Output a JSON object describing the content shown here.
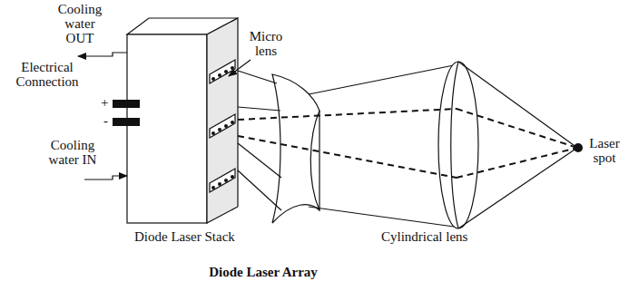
{
  "diagram": {
    "caption": "Diode Laser Array",
    "labels": [
      "Cooling water OUT",
      "Micro lens",
      "Electrical Connection",
      "+",
      "-",
      "Cooling water IN",
      "Diode Laser Stack",
      "Cylindrical lens",
      "Laser spot"
    ]
  }
}
